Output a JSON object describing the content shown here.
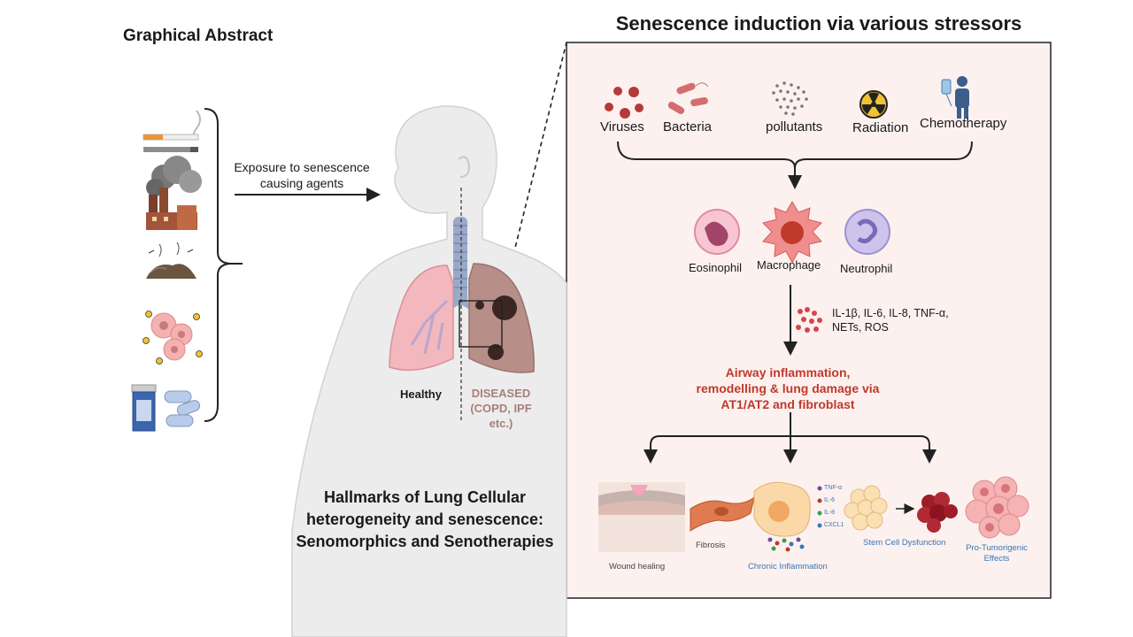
{
  "graphical_abstract_title": "Graphical Abstract",
  "panel_title": "Senescence induction via various stressors",
  "exposure_text": "Exposure to senescence causing agents",
  "body_labels": {
    "healthy": "Healthy",
    "diseased": "DISEASED (COPD, IPF etc.)"
  },
  "hallmarks_title": "Hallmarks of Lung Cellular heterogeneity and senescence: Senomorphics and Senotherapies",
  "stressors": {
    "viruses": "Viruses",
    "bacteria": "Bacteria",
    "pollutants": "pollutants",
    "radiation": "Radiation",
    "chemotherapy": "Chemotherapy"
  },
  "immune_cells": {
    "eosinophil": "Eosinophil",
    "macrophage": "Macrophage",
    "neutrophil": "Neutrophil"
  },
  "cytokines_text": "IL-1β, IL-6, IL-8, TNF-α, NETs, ROS",
  "inflammation_text": "Airway inflammation, remodelling & lung damage via AT1/AT2 and fibroblast",
  "outcomes": {
    "wound_healing": "Wound healing",
    "fibrosis": "Fibrosis",
    "chronic_inflammation": "Chronic Inflammation",
    "stem_cell_dysfunction": "Stem Cell Dysfunction",
    "pro_tumorigenic": "Pro-Tumorigenic Effects"
  },
  "sasp_legend": [
    "TNF-α",
    "IL-6",
    "IL-8",
    "CXCL1"
  ],
  "colors": {
    "panel_bg": "#fcf1ef",
    "inflammation_red": "#c0392b",
    "diseased_text": "#a87f7a",
    "outcome_blue": "#3a76b4"
  }
}
